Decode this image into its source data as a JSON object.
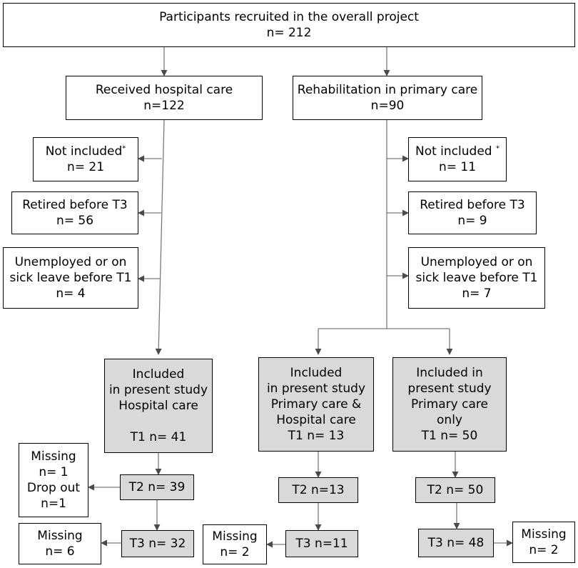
{
  "top": {
    "title": "Participants recruited in the overall project",
    "n": "n= 212"
  },
  "hospital": {
    "title": "Received hospital care",
    "n": "n=122"
  },
  "primary": {
    "title": "Rehabilitation in primary care",
    "n": "n=90"
  },
  "left_excl": {
    "not_included": {
      "label": "Not included",
      "mark": "*",
      "n": "n= 21"
    },
    "retired": {
      "label": "Retired before T3",
      "n": "n= 56"
    },
    "unemployed": {
      "line1": "Unemployed or on",
      "line2": "sick leave before T1",
      "n": "n= 4"
    }
  },
  "right_excl": {
    "not_included": {
      "label": "Not included ",
      "mark": "*",
      "n": "n= 11"
    },
    "retired": {
      "label": "Retired before T3",
      "n": "n= 9"
    },
    "unemployed": {
      "line1": "Unemployed or on",
      "line2": "sick leave before T1",
      "n": "n= 7"
    }
  },
  "group_hospital": {
    "line1": "Included",
    "line2": "in present study",
    "line3": "Hospital care",
    "t1": "T1 n= 41"
  },
  "group_both": {
    "line1": "Included",
    "line2": "in present study",
    "line3": "Primary care &",
    "line4": "Hospital care",
    "t1": "T1 n= 13"
  },
  "group_primary": {
    "line1": "Included in",
    "line2": "present study",
    "line3": "Primary care",
    "line4": "only",
    "t1": "T1 n= 50"
  },
  "t2": {
    "hospital": "T2 n= 39",
    "both": "T2 n=13",
    "primary": "T2 n= 50"
  },
  "t3": {
    "hospital": "T3 n= 32",
    "both": "T3 n=11",
    "primary": "T3 n= 48"
  },
  "missing_t2_hospital": {
    "line1": "Missing",
    "line2": "n= 1",
    "line3": "Drop out",
    "line4": "n=1"
  },
  "missing_t3_hospital": {
    "label": "Missing",
    "n": "n= 6"
  },
  "missing_t3_both": {
    "label": "Missing",
    "n": "n= 2"
  },
  "missing_t3_primary": {
    "label": "Missing",
    "n": "n= 2"
  }
}
